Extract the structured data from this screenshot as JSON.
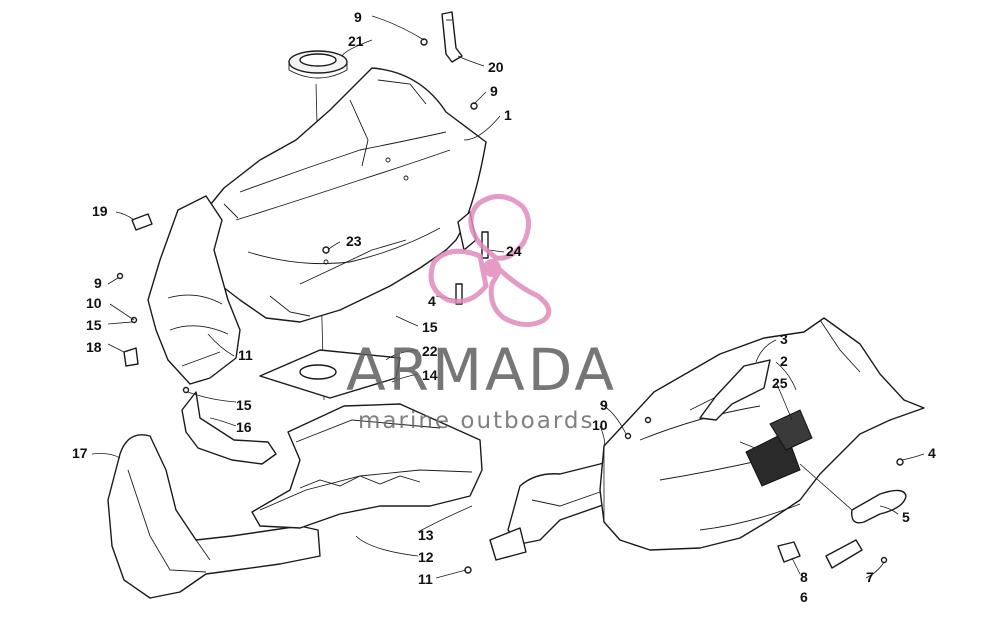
{
  "watermark": {
    "name": "ARMADA",
    "tagline": "marine outboards",
    "accent": "#e08bbd"
  },
  "callouts": {
    "n1": "1",
    "n2": "2",
    "n3": "3",
    "n4a": "4",
    "n4b": "4",
    "n5": "5",
    "n6": "6",
    "n7": "7",
    "n8": "8",
    "n9a": "9",
    "n9b": "9",
    "n9c": "9",
    "n9d": "9",
    "n10a": "10",
    "n10b": "10",
    "n11a": "11",
    "n11b": "11",
    "n12": "12",
    "n13": "13",
    "n14": "14",
    "n15a": "15",
    "n15b": "15",
    "n15c": "15",
    "n16": "16",
    "n17": "17",
    "n18": "18",
    "n19": "19",
    "n20": "20",
    "n21": "21",
    "n22": "22",
    "n23": "23",
    "n24": "24",
    "n25": "25"
  }
}
